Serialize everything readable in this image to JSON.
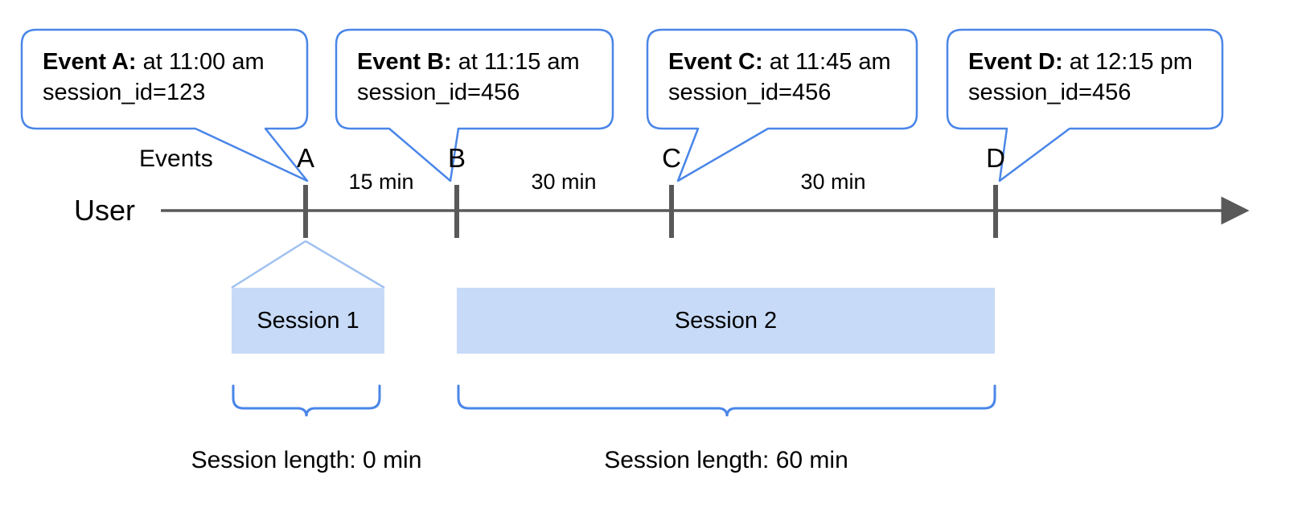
{
  "diagram": {
    "row_label_events": "Events",
    "row_label_user": "User",
    "accent_blue": "#4a86e8",
    "session_fill": "#c7daf8",
    "axis_color": "#595959"
  },
  "callouts": [
    {
      "id": "A",
      "lead": "Event A:",
      "time_text": " at 11:00 am",
      "session_line": "session_id=123"
    },
    {
      "id": "B",
      "lead": "Event B:",
      "time_text": " at 11:15 am",
      "session_line": "session_id=456"
    },
    {
      "id": "C",
      "lead": "Event C:",
      "time_text": " at 11:45 am",
      "session_line": "session_id=456"
    },
    {
      "id": "D",
      "lead": "Event D:",
      "time_text": " at 12:15 pm",
      "session_line": "session_id=456"
    }
  ],
  "events": [
    {
      "letter": "A"
    },
    {
      "letter": "B"
    },
    {
      "letter": "C"
    },
    {
      "letter": "D"
    }
  ],
  "gaps": [
    {
      "label": "15 min"
    },
    {
      "label": "30 min"
    },
    {
      "label": "30 min"
    }
  ],
  "sessions": [
    {
      "name": "Session 1",
      "length_label": "Session length: 0 min"
    },
    {
      "name": "Session 2",
      "length_label": "Session length: 60 min"
    }
  ]
}
